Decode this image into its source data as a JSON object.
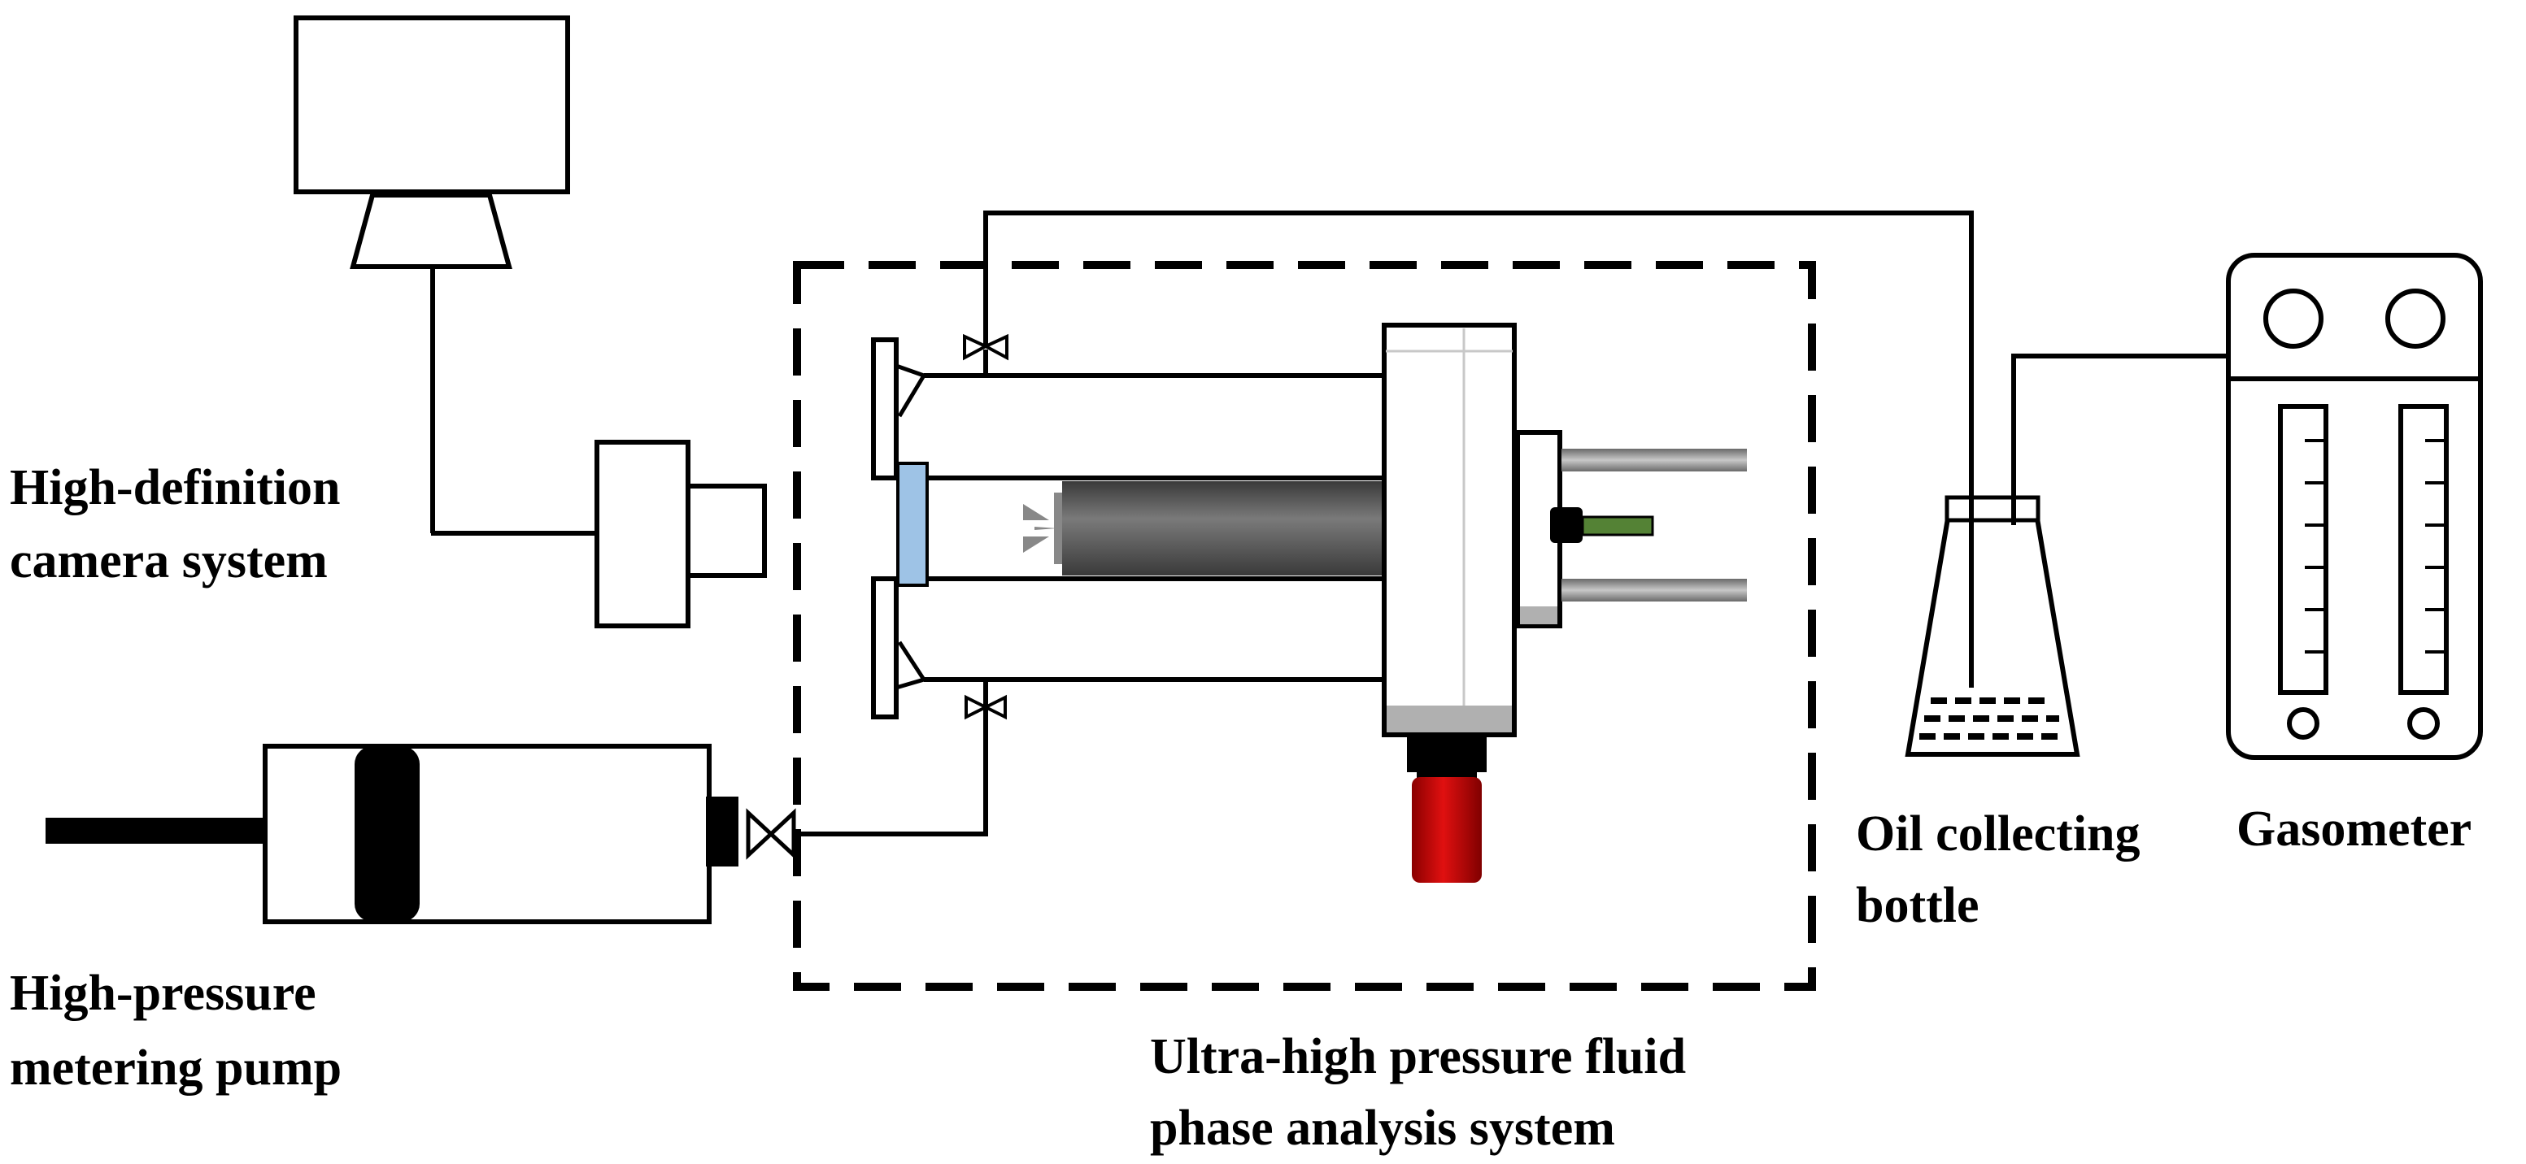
{
  "labels": {
    "camera": [
      "High-definition",
      "camera  system"
    ],
    "pump": [
      "High-pressure",
      "metering pump"
    ],
    "analysis": [
      "Ultra-high pressure fluid",
      "phase analysis system"
    ],
    "bottle": [
      "Oil collecting",
      "bottle"
    ],
    "gasometer": "Gasometer"
  },
  "colors": {
    "line": "#000000",
    "sapphire_window": "#9ec3e6",
    "heater": "#c00000",
    "probe": "#548235",
    "piston_rod": "#555555",
    "flange_bottom": "#b0b0b0"
  },
  "icons": {
    "monitor": "monitor-icon",
    "camera": "camera-icon",
    "pump": "syringe-pump-icon",
    "valve": "needle-valve-icon",
    "bottle": "erlenmeyer-flask-icon",
    "gasometer": "gas-meter-icon"
  }
}
